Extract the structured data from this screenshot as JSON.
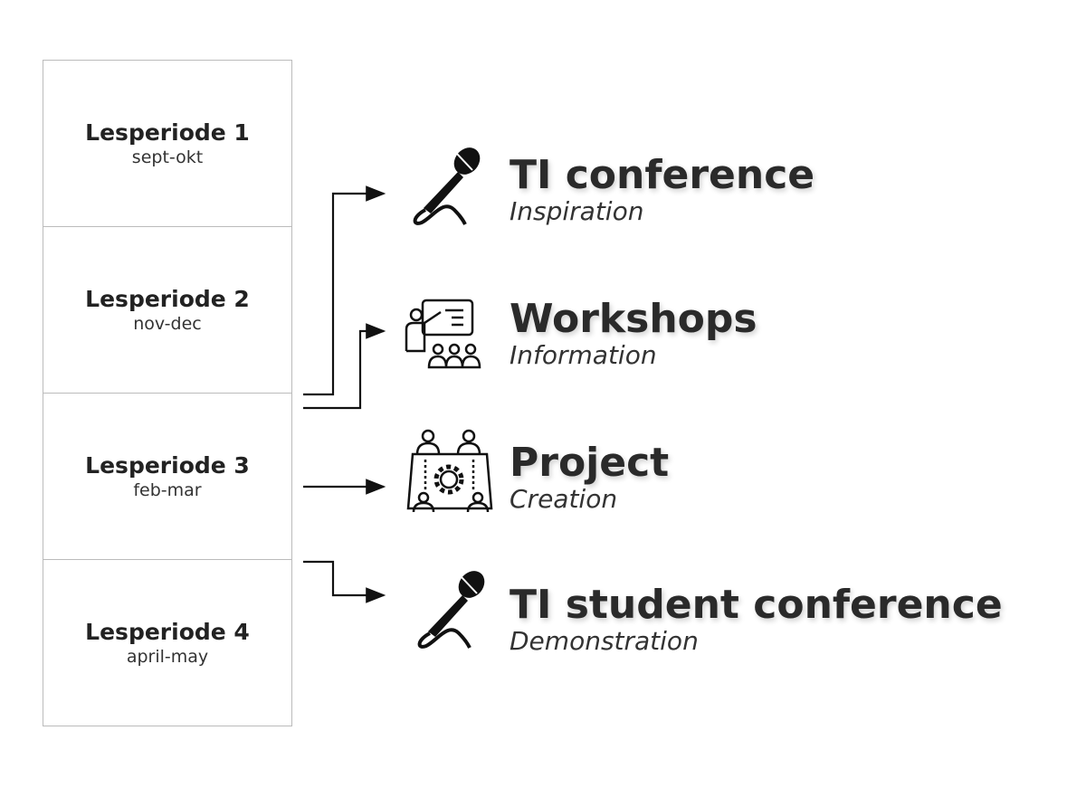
{
  "periods": [
    {
      "name": "Lesperiode 1",
      "months": "sept-okt"
    },
    {
      "name": "Lesperiode 2",
      "months": "nov-dec"
    },
    {
      "name": "Lesperiode 3",
      "months": "feb-mar"
    },
    {
      "name": "Lesperiode 4",
      "months": "april-may"
    }
  ],
  "activities": [
    {
      "title": "TI conference",
      "subtitle": "Inspiration",
      "icon": "microphone-icon"
    },
    {
      "title": "Workshops",
      "subtitle": "Information",
      "icon": "presentation-icon"
    },
    {
      "title": "Project",
      "subtitle": "Creation",
      "icon": "team-table-gear-icon"
    },
    {
      "title": "TI student conference",
      "subtitle": "Demonstration",
      "icon": "microphone-icon"
    }
  ]
}
